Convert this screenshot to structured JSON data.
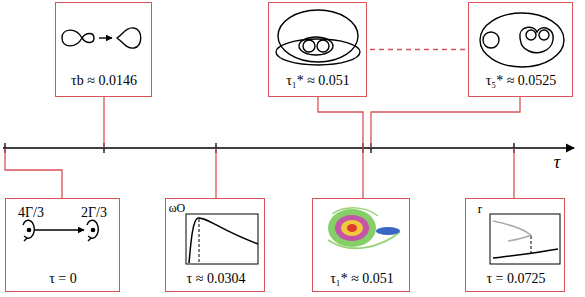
{
  "diagram": {
    "nodes": [
      {
        "text": [
          "τb ≈ 0.0146"
        ]
      },
      {
        "text": [
          "τ₁* ≈ 0.051"
        ]
      },
      {
        "text": [
          "τ₅* ≈ 0.0525"
        ]
      },
      {
        "text": [
          "4Γ/3",
          "2Γ/3",
          "τ = 0"
        ]
      },
      {
        "text": [
          "ωO",
          "τ ≈ 0.0304"
        ]
      },
      {
        "text": [
          "τ₁* ≈ 0.051"
        ]
      },
      {
        "text": [
          "r",
          "τ = 0.0725"
        ]
      }
    ],
    "edges": [
      {
        "from": 1,
        "to": 2,
        "arrow": "none"
      }
    ],
    "labels": [
      "τ"
    ]
  }
}
